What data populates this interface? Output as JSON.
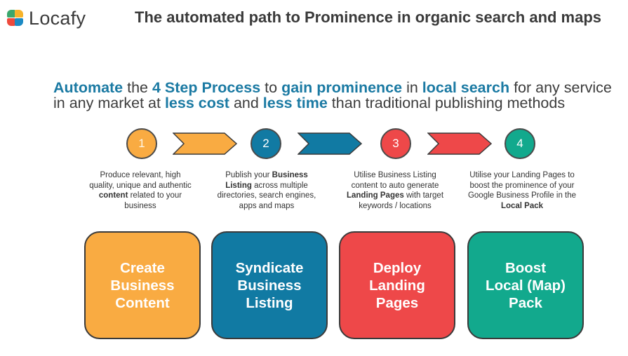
{
  "brand": {
    "name": "Locafy"
  },
  "header": {
    "title": "The automated path to Prominence in organic search and maps"
  },
  "intro": {
    "p1": "Automate",
    "p2": " the ",
    "p3": "4 Step Process",
    "p4": " to ",
    "p5": "gain prominence",
    "p6": " in ",
    "p7": "local search",
    "p8": " for any service in any market at ",
    "p9": "less cost",
    "p10": " and ",
    "p11": "less time",
    "p12": " than traditional publishing methods"
  },
  "colors": {
    "orange": "#f9ab42",
    "blue": "#117aa3",
    "red": "#ee4849",
    "green": "#12a98d",
    "accent_text": "#1b7aa3"
  },
  "steps": [
    {
      "number": "1",
      "desc_a": "Produce relevant, high quality, unique and authentic ",
      "desc_b": "content",
      "desc_c": " related to your business",
      "card": "Create\nBusiness\nContent"
    },
    {
      "number": "2",
      "desc_a": "Publish your ",
      "desc_b": "Business Listing",
      "desc_c": " across multiple directories, search engines, apps and maps",
      "card": "Syndicate\nBusiness\nListing"
    },
    {
      "number": "3",
      "desc_a": "Utilise Business Listing content to auto generate ",
      "desc_b": "Landing Pages",
      "desc_c": " with target keywords / locations",
      "card": "Deploy\nLanding\nPages"
    },
    {
      "number": "4",
      "desc_a": "Utilise your Landing Pages to boost the prominence of your Google Business Profile in the ",
      "desc_b": "Local Pack",
      "desc_c": "",
      "card": "Boost\nLocal (Map)\nPack"
    }
  ]
}
